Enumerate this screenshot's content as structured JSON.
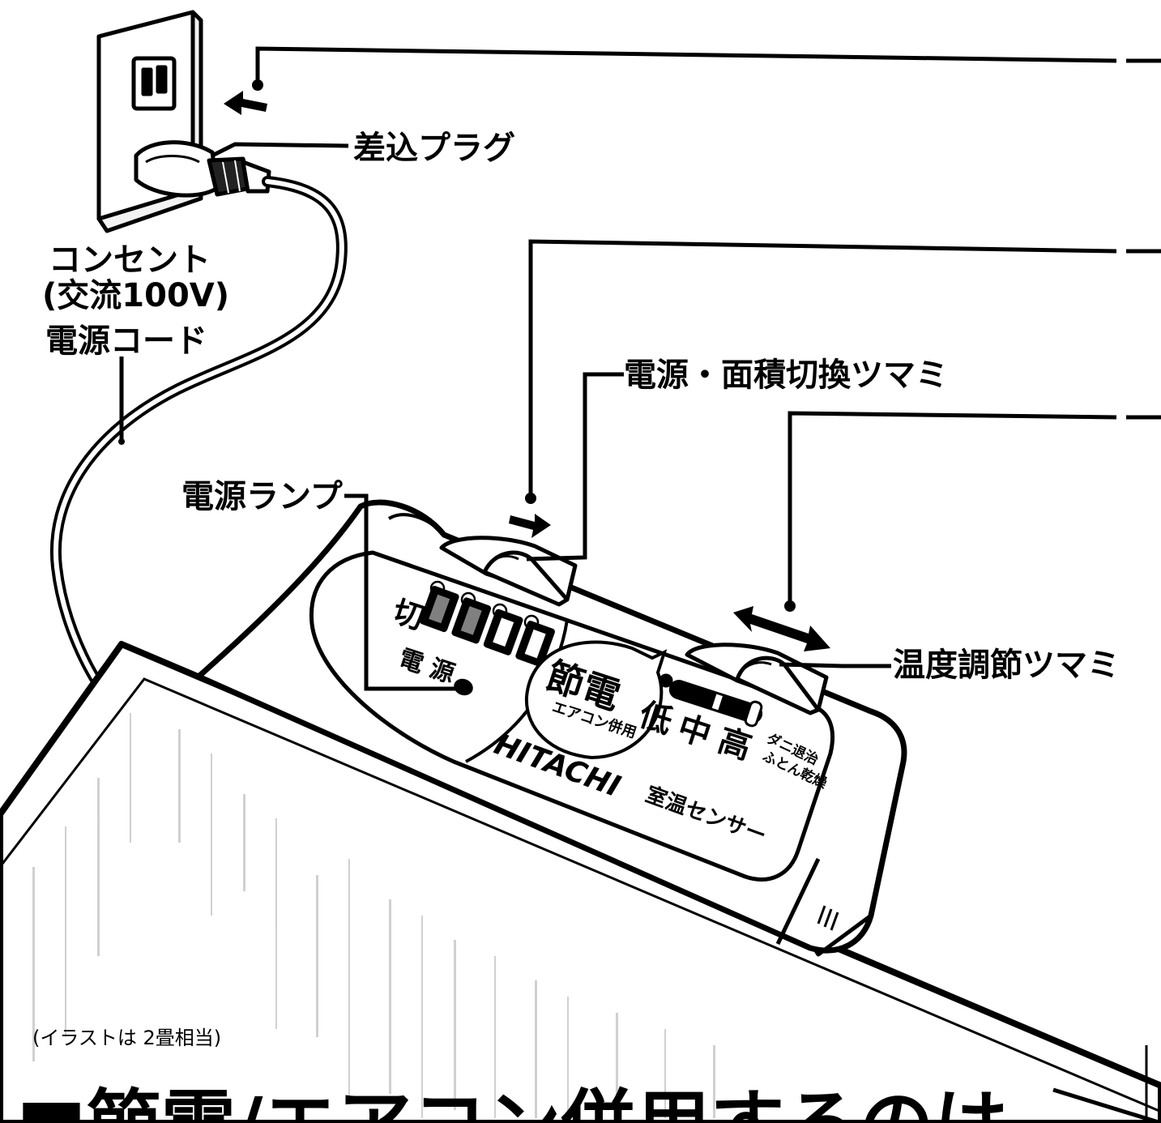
{
  "labels": {
    "plug": "差込プラグ",
    "outlet_line1": "コンセント",
    "outlet_line2": "(交流100V)",
    "power_cord": "電源コード",
    "power_area_knob": "電源・面積切換ツマミ",
    "power_lamp": "電源ランプ",
    "temp_knob": "温度調節ツマミ",
    "illustration_note": "(イラストは 2畳相当)",
    "bottom_heading": "■節電/エアコン併用するのは"
  },
  "panel": {
    "off_label": "切",
    "power_label": "電源",
    "setsuden": "節電",
    "aircon_combo": "エアコン併用",
    "low": "低",
    "mid": "中",
    "high": "高",
    "mite_line1": "ダニ退治",
    "mite_line2": "ふとん乾燥",
    "brand": "HITACHI",
    "sensor": "室温センサー"
  }
}
